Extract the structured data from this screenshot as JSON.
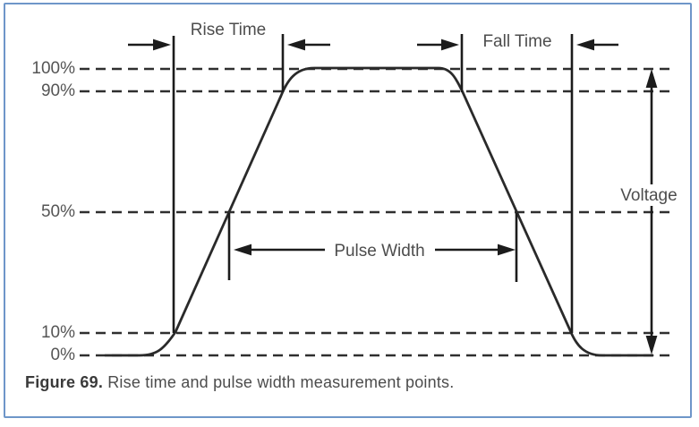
{
  "panel": {
    "border_color": "#6e96c9",
    "background_color": "#ffffff"
  },
  "diagram": {
    "line_color": "#2a2a2a",
    "label_color": "#4d4d4d",
    "levels": [
      {
        "label": "100%"
      },
      {
        "label": "90%"
      },
      {
        "label": "50%"
      },
      {
        "label": "10%"
      },
      {
        "label": "0%"
      }
    ],
    "annotations": {
      "rise_time": "Rise Time",
      "fall_time": "Fall Time",
      "pulse_width": "Pulse Width",
      "voltage": "Voltage"
    }
  },
  "caption": {
    "label": "Figure 69.",
    "text": "Rise time and pulse width measurement points."
  }
}
